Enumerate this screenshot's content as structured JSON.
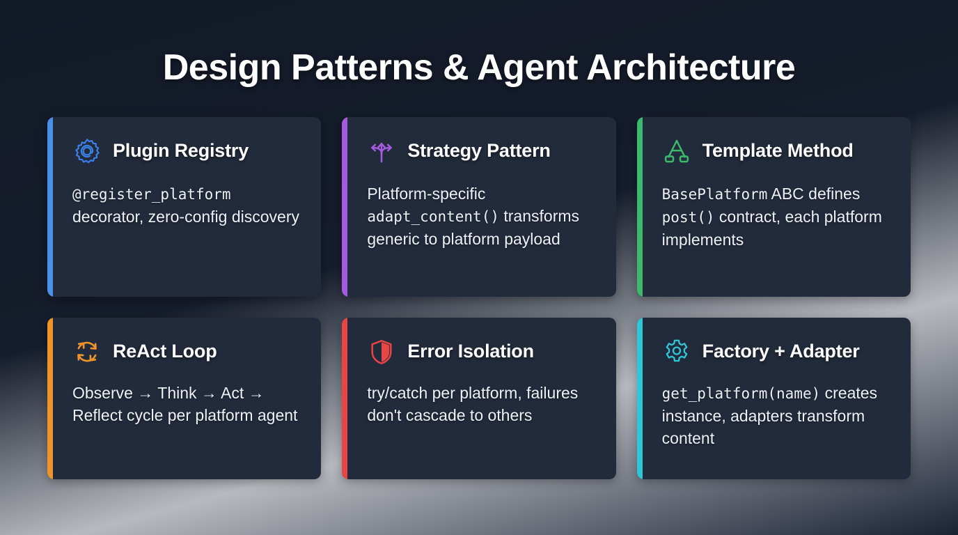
{
  "header": {
    "title": "Design Patterns & Agent Architecture"
  },
  "colors": {
    "page_background": "#141b29",
    "card_background": "#222b3c",
    "title_text": "#ffffff",
    "body_text": "#eef2f7",
    "accent_blue": "#4a90e8",
    "accent_purple": "#a45be0",
    "accent_green": "#3aba6a",
    "accent_orange": "#f0932b",
    "accent_red": "#e84545",
    "accent_cyan": "#2fc6d8"
  },
  "cards": [
    {
      "id": "plugin-registry",
      "title": "Plugin Registry",
      "icon": "at-badge-icon",
      "accent": "#4a90e8",
      "body_parts": [
        {
          "text": "@register_platform",
          "code": true
        },
        {
          "text": " decorator, zero-config discovery",
          "code": false
        }
      ],
      "body_plain": "@register_platform decorator, zero-config discovery"
    },
    {
      "id": "strategy-pattern",
      "title": "Strategy Pattern",
      "icon": "branching-arrows-icon",
      "accent": "#a45be0",
      "body_parts": [
        {
          "text": "Platform-specific ",
          "code": false
        },
        {
          "text": "adapt_content()",
          "code": true
        },
        {
          "text": " transforms generic to platform payload",
          "code": false
        }
      ],
      "body_plain": "Platform-specific adapt_content() transforms generic to platform payload"
    },
    {
      "id": "template-method",
      "title": "Template Method",
      "icon": "hierarchy-a-icon",
      "accent": "#3aba6a",
      "body_parts": [
        {
          "text": "BasePlatform",
          "code": true
        },
        {
          "text": " ABC defines ",
          "code": false
        },
        {
          "text": "post()",
          "code": true
        },
        {
          "text": " contract, each platform implements",
          "code": false
        }
      ],
      "body_plain": "BasePlatform ABC defines post() contract, each platform implements"
    },
    {
      "id": "react-loop",
      "title": "ReAct Loop",
      "icon": "refresh-loop-icon",
      "accent": "#f0932b",
      "body_parts": [
        {
          "text": "Observe → Think → Act → Reflect cycle per platform agent",
          "code": false
        }
      ],
      "body_plain": "Observe → Think → Act → Reflect cycle per platform agent"
    },
    {
      "id": "error-isolation",
      "title": "Error Isolation",
      "icon": "shield-icon",
      "accent": "#e84545",
      "body_parts": [
        {
          "text": "try/catch per platform, failures don't cascade to others",
          "code": false
        }
      ],
      "body_plain": "try/catch per platform, failures don't cascade to others"
    },
    {
      "id": "factory-adapter",
      "title": "Factory + Adapter",
      "icon": "gear-icon",
      "accent": "#2fc6d8",
      "body_parts": [
        {
          "text": "get_platform(name)",
          "code": true
        },
        {
          "text": " creates instance, adapters transform content",
          "code": false
        }
      ],
      "body_plain": "get_platform(name) creates instance, adapters transform content"
    }
  ]
}
